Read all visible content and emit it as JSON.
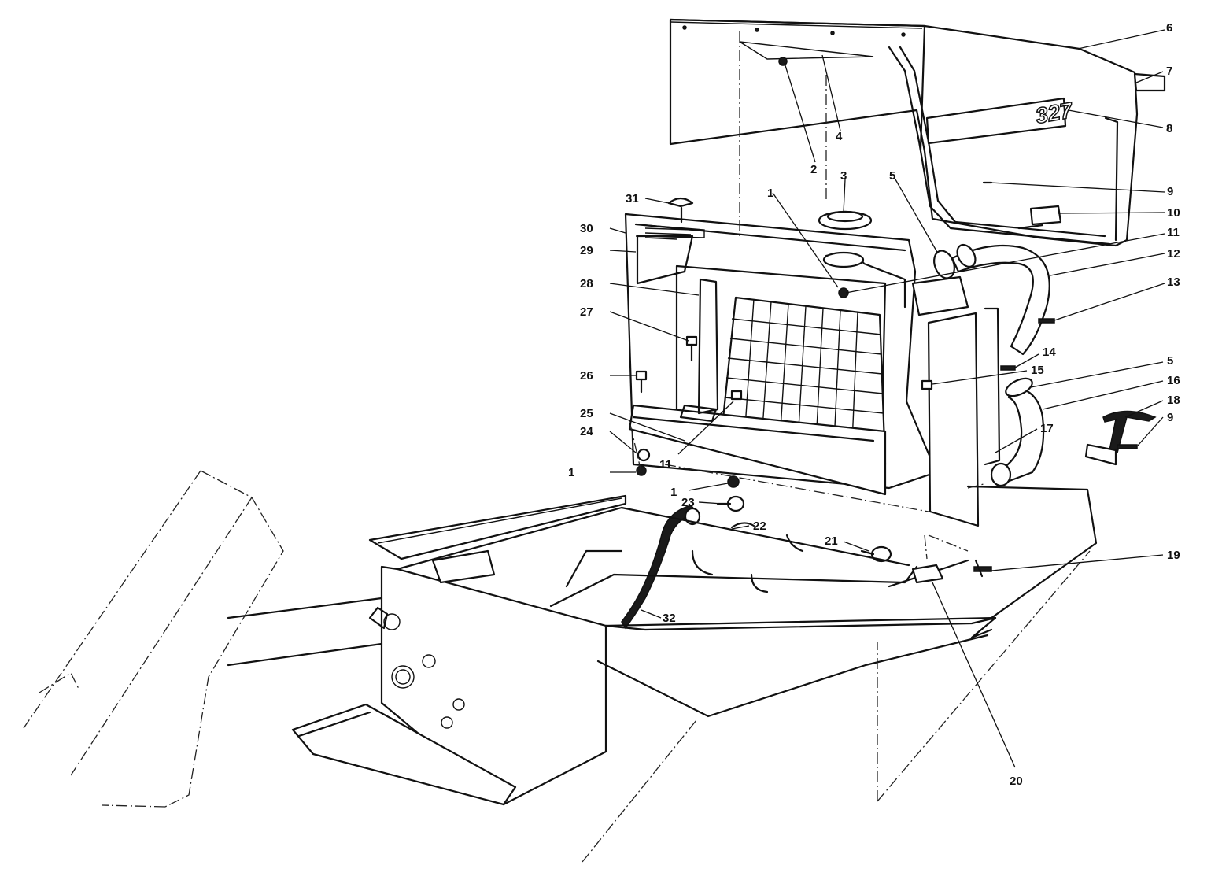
{
  "hood_decal": "327",
  "callouts": [
    {
      "id": "c6",
      "text": "6"
    },
    {
      "id": "c7",
      "text": "7"
    },
    {
      "id": "c8",
      "text": "8"
    },
    {
      "id": "c4",
      "text": "4"
    },
    {
      "id": "c2",
      "text": "2"
    },
    {
      "id": "c3",
      "text": "3"
    },
    {
      "id": "c1a",
      "text": "1"
    },
    {
      "id": "c5a",
      "text": "5"
    },
    {
      "id": "c9a",
      "text": "9"
    },
    {
      "id": "c10",
      "text": "10"
    },
    {
      "id": "c11a",
      "text": "11"
    },
    {
      "id": "c12",
      "text": "12"
    },
    {
      "id": "c13",
      "text": "13"
    },
    {
      "id": "c14",
      "text": "14"
    },
    {
      "id": "c15",
      "text": "15"
    },
    {
      "id": "c5b",
      "text": "5"
    },
    {
      "id": "c16",
      "text": "16"
    },
    {
      "id": "c18",
      "text": "18"
    },
    {
      "id": "c9b",
      "text": "9"
    },
    {
      "id": "c17",
      "text": "17"
    },
    {
      "id": "c19",
      "text": "19"
    },
    {
      "id": "c20",
      "text": "20"
    },
    {
      "id": "c31",
      "text": "31"
    },
    {
      "id": "c30",
      "text": "30"
    },
    {
      "id": "c29",
      "text": "29"
    },
    {
      "id": "c28",
      "text": "28"
    },
    {
      "id": "c27",
      "text": "27"
    },
    {
      "id": "c26",
      "text": "26"
    },
    {
      "id": "c25",
      "text": "25"
    },
    {
      "id": "c24",
      "text": "24"
    },
    {
      "id": "c1b",
      "text": "1"
    },
    {
      "id": "c11b",
      "text": "11"
    },
    {
      "id": "c1c",
      "text": "1"
    },
    {
      "id": "c23",
      "text": "23"
    },
    {
      "id": "c22",
      "text": "22"
    },
    {
      "id": "c21",
      "text": "21"
    },
    {
      "id": "c32",
      "text": "32"
    }
  ]
}
